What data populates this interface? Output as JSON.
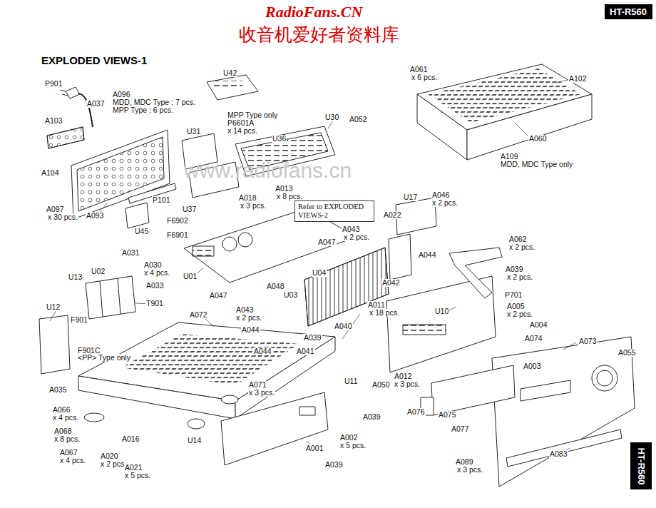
{
  "diagram": {
    "title": "EXPLODED VIEWS-1",
    "nodes": [
      {
        "text": [
          "HT-R560"
        ]
      },
      {
        "text": [
          "Refer to EXPLODED VIEWS-2"
        ]
      },
      {
        "text": [
          "HT-R560"
        ]
      }
    ],
    "labels": [
      "RadioFans.CN",
      "收音机爱好者资料库",
      "www.radiofans.cn",
      "P901",
      "A037",
      "A096",
      "MDD, MDC Type : 7 pcs.",
      "MPP Type : 6 pcs.",
      "U42",
      "MPP Type only",
      "P6601A",
      "x 14 pcs.",
      "A061",
      "x 6 pcs.",
      "A102",
      "A103",
      "U31",
      "U30",
      "A052",
      "U36",
      "A060",
      "A109",
      "MDD, MDC Type only",
      "A104",
      "A013",
      "x 8 pcs.",
      "A018",
      "x 3 pcs.",
      "P101",
      "U37",
      "A097",
      "x 30 pcs.",
      "A093",
      "U17",
      "A046",
      "x 2 pcs.",
      "A022",
      "F6902",
      "F6901",
      "U45",
      "A043",
      "x 2 pcs.",
      "A047",
      "A062",
      "x 2 pcs.",
      "A044",
      "A031",
      "A030",
      "x 4 pcs.",
      "U02",
      "U13",
      "A033",
      "U01",
      "U04",
      "A048",
      "U03",
      "A039",
      "x 2 pcs.",
      "A042",
      "P701",
      "T901",
      "A047",
      "A011",
      "x 18 pcs.",
      "A043",
      "x 2 pcs.",
      "U10",
      "U12",
      "F901",
      "A072",
      "A005",
      "x 2 pcs.",
      "A004",
      "A044",
      "A040",
      "F901C",
      "<PP> Type only",
      "A039",
      "A074",
      "A073",
      "A055",
      "A044",
      "A041",
      "A003",
      "U11",
      "A050",
      "A012",
      "x 3 pcs.",
      "A071",
      "x 3 pcs.",
      "A035",
      "A076",
      "A075",
      "A066",
      "x 4 pcs.",
      "A039",
      "A068",
      "x 8 pcs.",
      "A016",
      "U14",
      "A002",
      "x 5 pcs.",
      "A077",
      "A001",
      "A067",
      "x 4 pcs.",
      "A020",
      "x 2 pcs.",
      "A083",
      "A039",
      "A021",
      "x 5 pcs.",
      "A089",
      "x 3 pcs."
    ]
  }
}
